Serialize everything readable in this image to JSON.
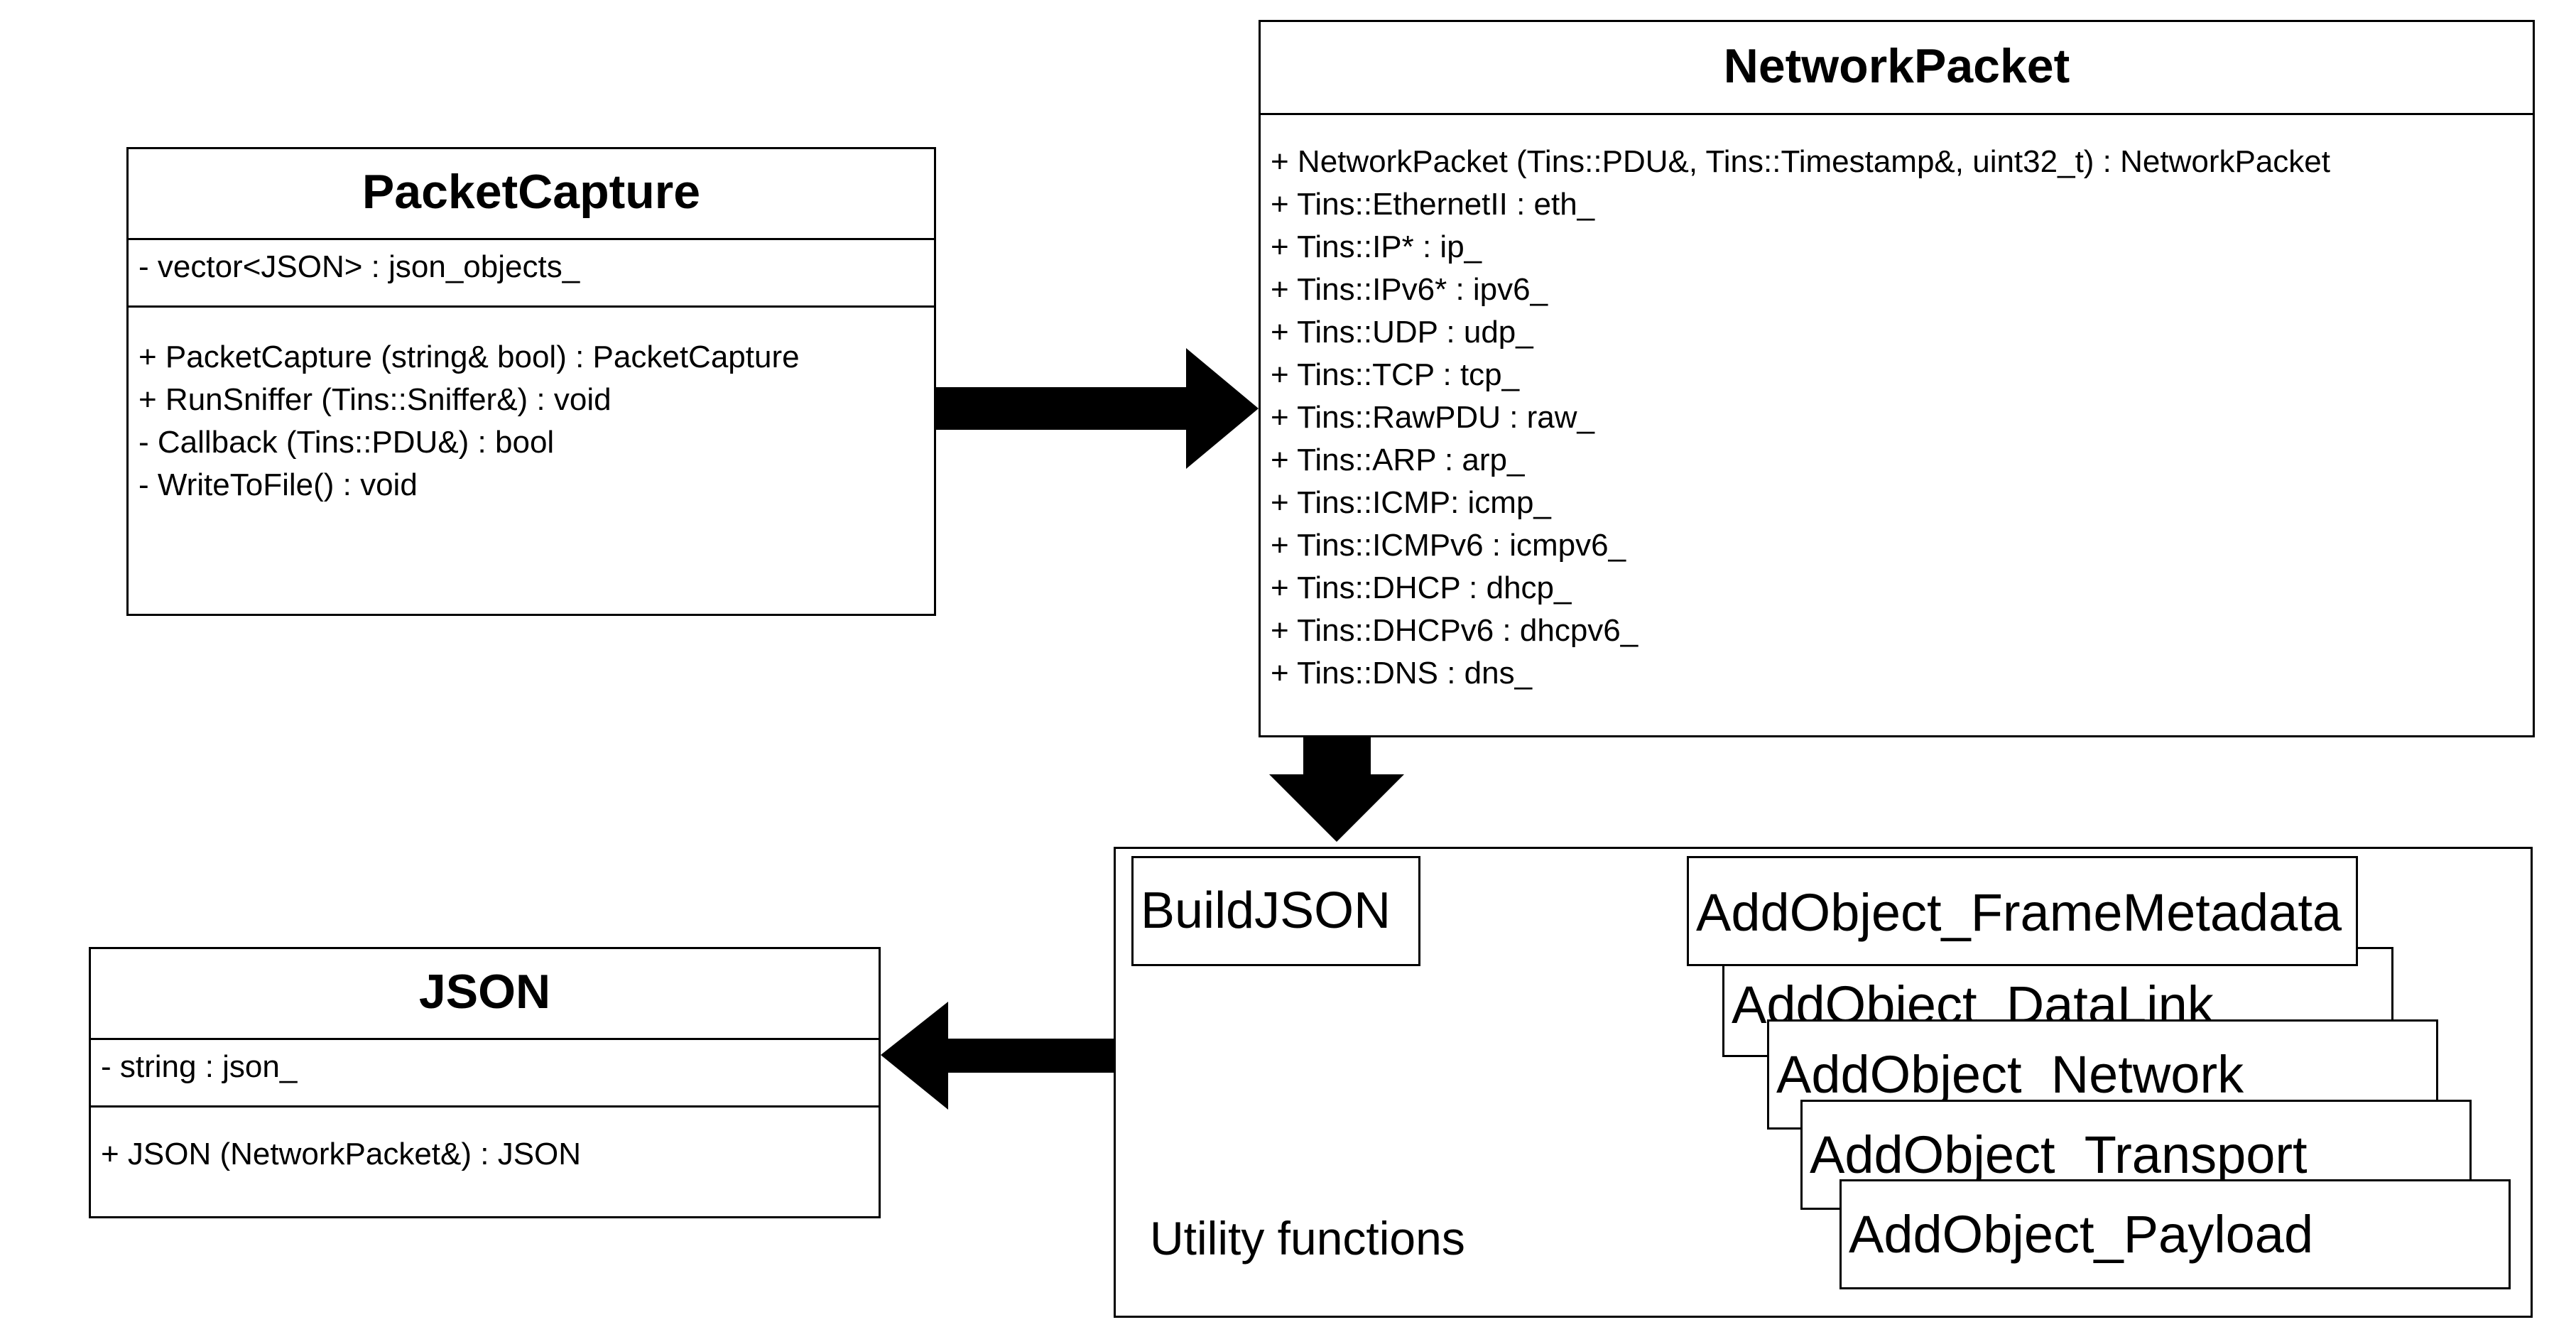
{
  "packet_capture": {
    "title": "PacketCapture",
    "attributes": [
      "- vector<JSON> : json_objects_"
    ],
    "methods": [
      "+ PacketCapture (string& bool) : PacketCapture",
      "+ RunSniffer (Tins::Sniffer&) : void",
      "- Callback (Tins::PDU&) : bool",
      "- WriteToFile() : void"
    ]
  },
  "network_packet": {
    "title": "NetworkPacket",
    "members": [
      "+ NetworkPacket (Tins::PDU&, Tins::Timestamp&, uint32_t) : NetworkPacket",
      "+ Tins::EthernetII : eth_",
      "+ Tins::IP* : ip_",
      "+ Tins::IPv6* : ipv6_",
      "+ Tins::UDP : udp_",
      "+ Tins::TCP : tcp_",
      "+ Tins::RawPDU : raw_",
      "+ Tins::ARP : arp_",
      "+ Tins::ICMP: icmp_",
      "+ Tins::ICMPv6 : icmpv6_",
      "+ Tins::DHCP : dhcp_",
      "+ Tins::DHCPv6 : dhcpv6_",
      "+ Tins::DNS : dns_"
    ]
  },
  "json_class": {
    "title": "JSON",
    "attributes": [
      "- string : json_"
    ],
    "methods": [
      "+ JSON (NetworkPacket&) : JSON"
    ]
  },
  "utility": {
    "label": "Utility functions",
    "build_json": "BuildJSON",
    "functions": [
      "AddObject_FrameMetadata",
      "AddObject_DataLink",
      "AddObject_Network",
      "AddObject_Transport",
      "AddObject_Payload"
    ]
  }
}
